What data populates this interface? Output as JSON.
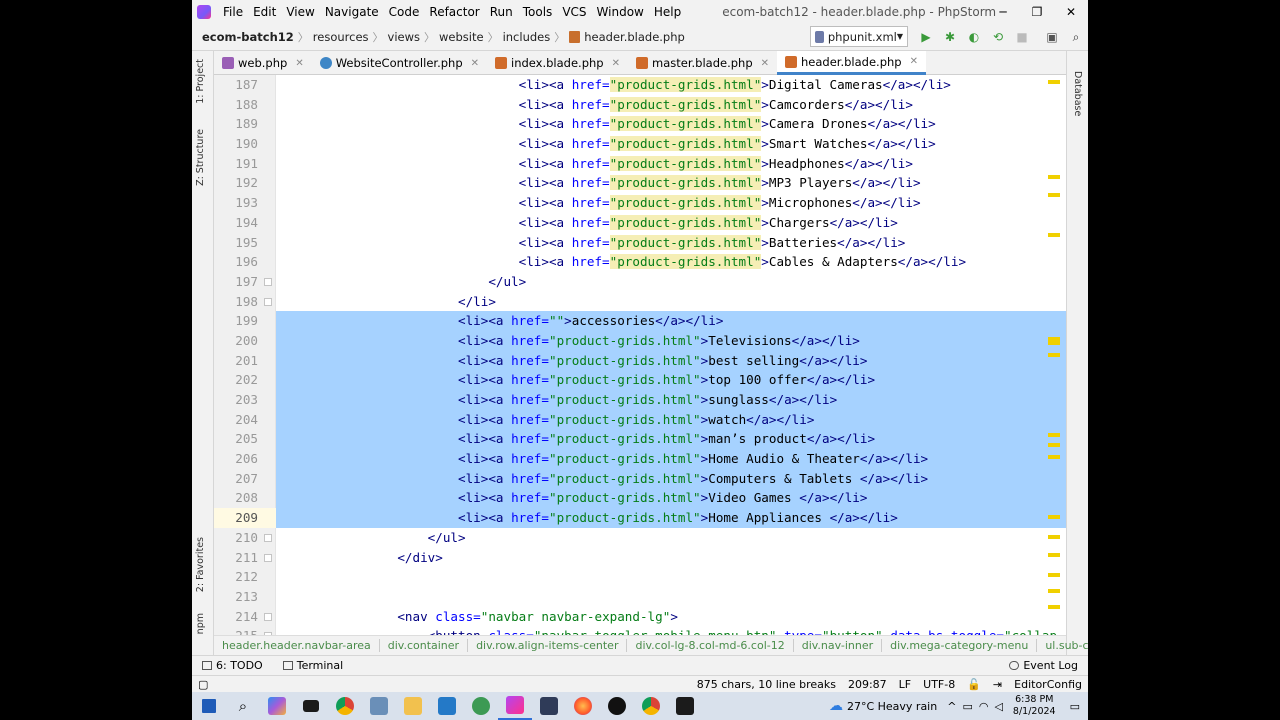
{
  "menu": {
    "items": [
      "File",
      "Edit",
      "View",
      "Navigate",
      "Code",
      "Refactor",
      "Run",
      "Tools",
      "VCS",
      "Window",
      "Help"
    ],
    "window_title": "ecom-batch12 - header.blade.php - PhpStorm"
  },
  "window_controls": {
    "minimize": "─",
    "restore": "❐",
    "close": "✕"
  },
  "breadcrumb": {
    "project": "ecom-batch12",
    "parts": [
      "resources",
      "views",
      "website",
      "includes",
      "header.blade.php"
    ]
  },
  "run_config": {
    "label": "phpunit.xml"
  },
  "tabs": [
    {
      "label": "web.php",
      "icon": "php-file-icon",
      "active": false
    },
    {
      "label": "WebsiteController.php",
      "icon": "class-icon",
      "active": false
    },
    {
      "label": "index.blade.php",
      "icon": "blade-file-icon",
      "active": false
    },
    {
      "label": "master.blade.php",
      "icon": "blade-file-icon",
      "active": false
    },
    {
      "label": "header.blade.php",
      "icon": "blade-file-icon",
      "active": true
    }
  ],
  "left_tools": [
    "1: Project",
    "Z: Structure",
    "2: Favorites",
    "npm"
  ],
  "right_tools": [
    "Database"
  ],
  "code_lines": [
    {
      "n": "187",
      "indent": "                                ",
      "href": "product-grids.html",
      "text": "Digital Cameras",
      "kind": "li"
    },
    {
      "n": "188",
      "indent": "                                ",
      "href": "product-grids.html",
      "text": "Camcorders",
      "kind": "li"
    },
    {
      "n": "189",
      "indent": "                                ",
      "href": "product-grids.html",
      "text": "Camera Drones",
      "kind": "li"
    },
    {
      "n": "190",
      "indent": "                                ",
      "href": "product-grids.html",
      "text": "Smart Watches",
      "kind": "li"
    },
    {
      "n": "191",
      "indent": "                                ",
      "href": "product-grids.html",
      "text": "Headphones",
      "kind": "li"
    },
    {
      "n": "192",
      "indent": "                                ",
      "href": "product-grids.html",
      "text": "MP3 Players",
      "kind": "li"
    },
    {
      "n": "193",
      "indent": "                                ",
      "href": "product-grids.html",
      "text": "Microphones",
      "kind": "li"
    },
    {
      "n": "194",
      "indent": "                                ",
      "href": "product-grids.html",
      "text": "Chargers",
      "kind": "li"
    },
    {
      "n": "195",
      "indent": "                                ",
      "href": "product-grids.html",
      "text": "Batteries",
      "kind": "li"
    },
    {
      "n": "196",
      "indent": "                                ",
      "href": "product-grids.html",
      "text": "Cables & Adapters",
      "kind": "li"
    },
    {
      "n": "197",
      "indent": "                            ",
      "text": "</ul>",
      "kind": "close"
    },
    {
      "n": "198",
      "indent": "                        ",
      "text": "</li>",
      "kind": "close"
    },
    {
      "n": "199",
      "indent": "                        ",
      "href": "",
      "text": "accessories",
      "kind": "li",
      "sel": true
    },
    {
      "n": "200",
      "indent": "                        ",
      "href": "product-grids.html",
      "text": "Televisions",
      "kind": "li",
      "sel": true
    },
    {
      "n": "201",
      "indent": "                        ",
      "href": "product-grids.html",
      "text": "best selling",
      "kind": "li",
      "sel": true
    },
    {
      "n": "202",
      "indent": "                        ",
      "href": "product-grids.html",
      "text": "top 100 offer",
      "kind": "li",
      "sel": true
    },
    {
      "n": "203",
      "indent": "                        ",
      "href": "product-grids.html",
      "text": "sunglass",
      "kind": "li",
      "sel": true
    },
    {
      "n": "204",
      "indent": "                        ",
      "href": "product-grids.html",
      "text": "watch",
      "kind": "li",
      "sel": true
    },
    {
      "n": "205",
      "indent": "                        ",
      "href": "product-grids.html",
      "text": "man’s product",
      "kind": "li",
      "sel": true
    },
    {
      "n": "206",
      "indent": "                        ",
      "href": "product-grids.html",
      "text": "Home Audio & Theater",
      "kind": "li",
      "sel": true
    },
    {
      "n": "207",
      "indent": "                        ",
      "href": "product-grids.html",
      "text": "Computers & Tablets ",
      "kind": "li",
      "sel": true
    },
    {
      "n": "208",
      "indent": "                        ",
      "href": "product-grids.html",
      "text": "Video Games ",
      "kind": "li",
      "sel": true
    },
    {
      "n": "209",
      "indent": "                        ",
      "href": "product-grids.html",
      "text": "Home Appliances ",
      "kind": "li",
      "sel": true,
      "cur": true
    },
    {
      "n": "210",
      "indent": "                    ",
      "text": "</ul>",
      "kind": "close"
    },
    {
      "n": "211",
      "indent": "                ",
      "text": "</div>",
      "kind": "close"
    },
    {
      "n": "212",
      "indent": "",
      "text": "",
      "kind": "blank"
    },
    {
      "n": "213",
      "indent": "",
      "text": "",
      "kind": "blank"
    },
    {
      "n": "214",
      "indent": "                ",
      "kind": "nav",
      "tag": "nav",
      "attr": "class",
      "val": "navbar navbar-expand-lg"
    },
    {
      "n": "215",
      "indent": "                    ",
      "kind": "button",
      "tag": "button",
      "attr": "class",
      "val": "navbar-toggler mobile-menu-btn",
      "attr2": "type",
      "val2": "button",
      "attr3": "data-bs-toggle",
      "val3": "collap"
    }
  ],
  "breadcrumbs_bottom": [
    "header.header.navbar-area",
    "div.container",
    "div.row.align-items-center",
    "div.col-lg-8.col-md-6.col-12",
    "div.nav-inner",
    "div.mega-category-menu",
    "ul.sub-category"
  ],
  "tool_windows": {
    "todo": "6: TODO",
    "terminal": "Terminal",
    "event_log": "Event Log"
  },
  "status": {
    "chars": "875 chars, 10 line breaks",
    "position": "209:87",
    "line_sep": "LF",
    "encoding": "UTF-8",
    "editorconfig": "EditorConfig"
  },
  "taskbar": {
    "weather": "27°C  Heavy rain",
    "time": "6:38 PM",
    "date": "8/1/2024"
  }
}
